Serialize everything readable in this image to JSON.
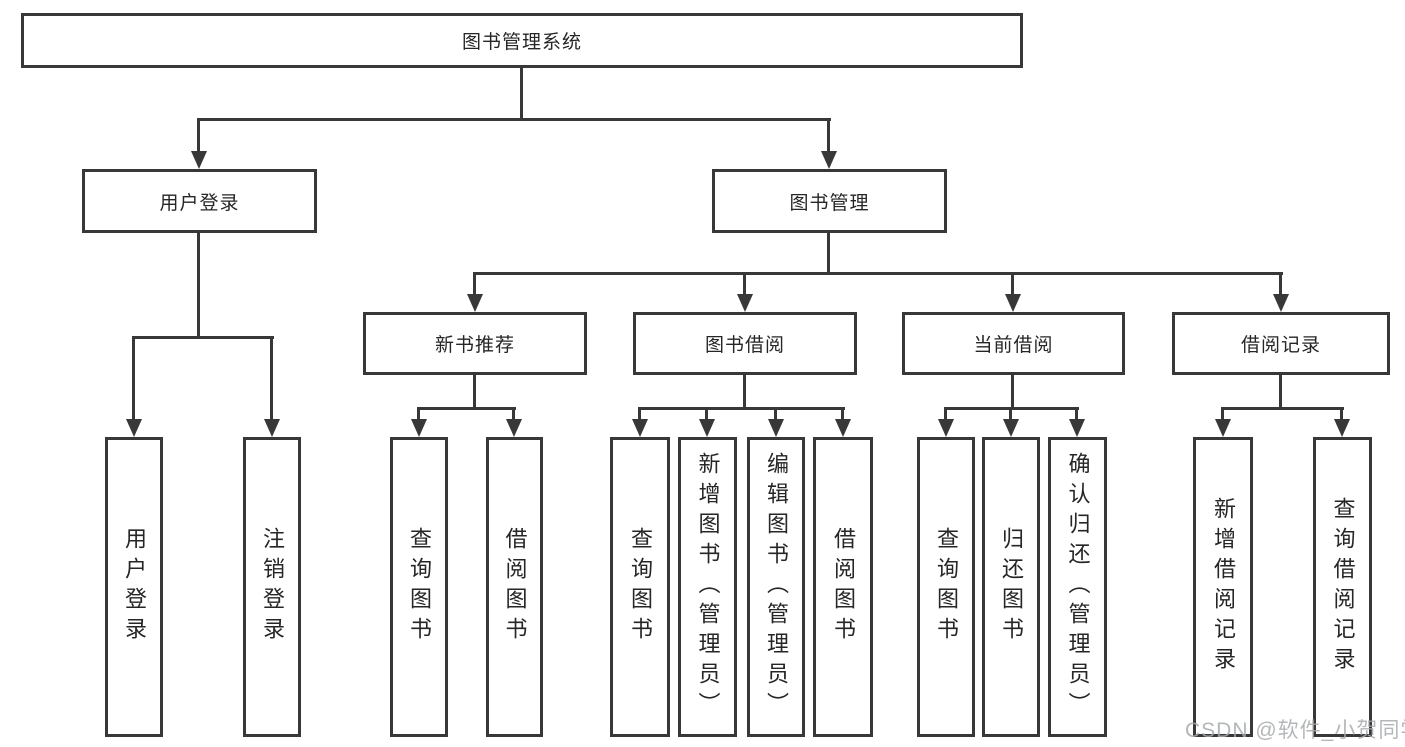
{
  "diagram": {
    "watermark": "CSDN @软件_小贺同学",
    "colors": {
      "line": "#383838",
      "box_border": "#383838",
      "text": "#262626",
      "background": "#ffffff",
      "watermark": "#a7abad"
    },
    "nodes": {
      "root": {
        "label": "图书管理系统"
      },
      "user-login": {
        "label": "用户登录"
      },
      "book-mgmt": {
        "label": "图书管理"
      },
      "leaf-user-login": {
        "label": "用户登录"
      },
      "leaf-logout": {
        "label": "注销登录"
      },
      "new-book-rec": {
        "label": "新书推荐"
      },
      "book-borrow": {
        "label": "图书借阅"
      },
      "current-borrow": {
        "label": "当前借阅"
      },
      "borrow-records": {
        "label": "借阅记录"
      },
      "nbr-query": {
        "label": "查询图书"
      },
      "nbr-borrow": {
        "label": "借阅图书"
      },
      "bb-query": {
        "label": "查询图书"
      },
      "bb-add": {
        "label": "新增图书（管理员）"
      },
      "bb-edit": {
        "label": "编辑图书（管理员）"
      },
      "bb-borrow": {
        "label": "借阅图书"
      },
      "cb-query": {
        "label": "查询图书"
      },
      "cb-return": {
        "label": "归还图书"
      },
      "cb-confirm": {
        "label": "确认归还（管理员）"
      },
      "br-add": {
        "label": "新增借阅记录"
      },
      "br-query": {
        "label": "查询借阅记录"
      }
    },
    "edges": [
      [
        "root",
        "user-login"
      ],
      [
        "root",
        "book-mgmt"
      ],
      [
        "user-login",
        "leaf-user-login"
      ],
      [
        "user-login",
        "leaf-logout"
      ],
      [
        "book-mgmt",
        "new-book-rec"
      ],
      [
        "book-mgmt",
        "book-borrow"
      ],
      [
        "book-mgmt",
        "current-borrow"
      ],
      [
        "book-mgmt",
        "borrow-records"
      ],
      [
        "new-book-rec",
        "nbr-query"
      ],
      [
        "new-book-rec",
        "nbr-borrow"
      ],
      [
        "book-borrow",
        "bb-query"
      ],
      [
        "book-borrow",
        "bb-add"
      ],
      [
        "book-borrow",
        "bb-edit"
      ],
      [
        "book-borrow",
        "bb-borrow"
      ],
      [
        "current-borrow",
        "cb-query"
      ],
      [
        "current-borrow",
        "cb-return"
      ],
      [
        "current-borrow",
        "cb-confirm"
      ],
      [
        "borrow-records",
        "br-add"
      ],
      [
        "borrow-records",
        "br-query"
      ]
    ]
  }
}
